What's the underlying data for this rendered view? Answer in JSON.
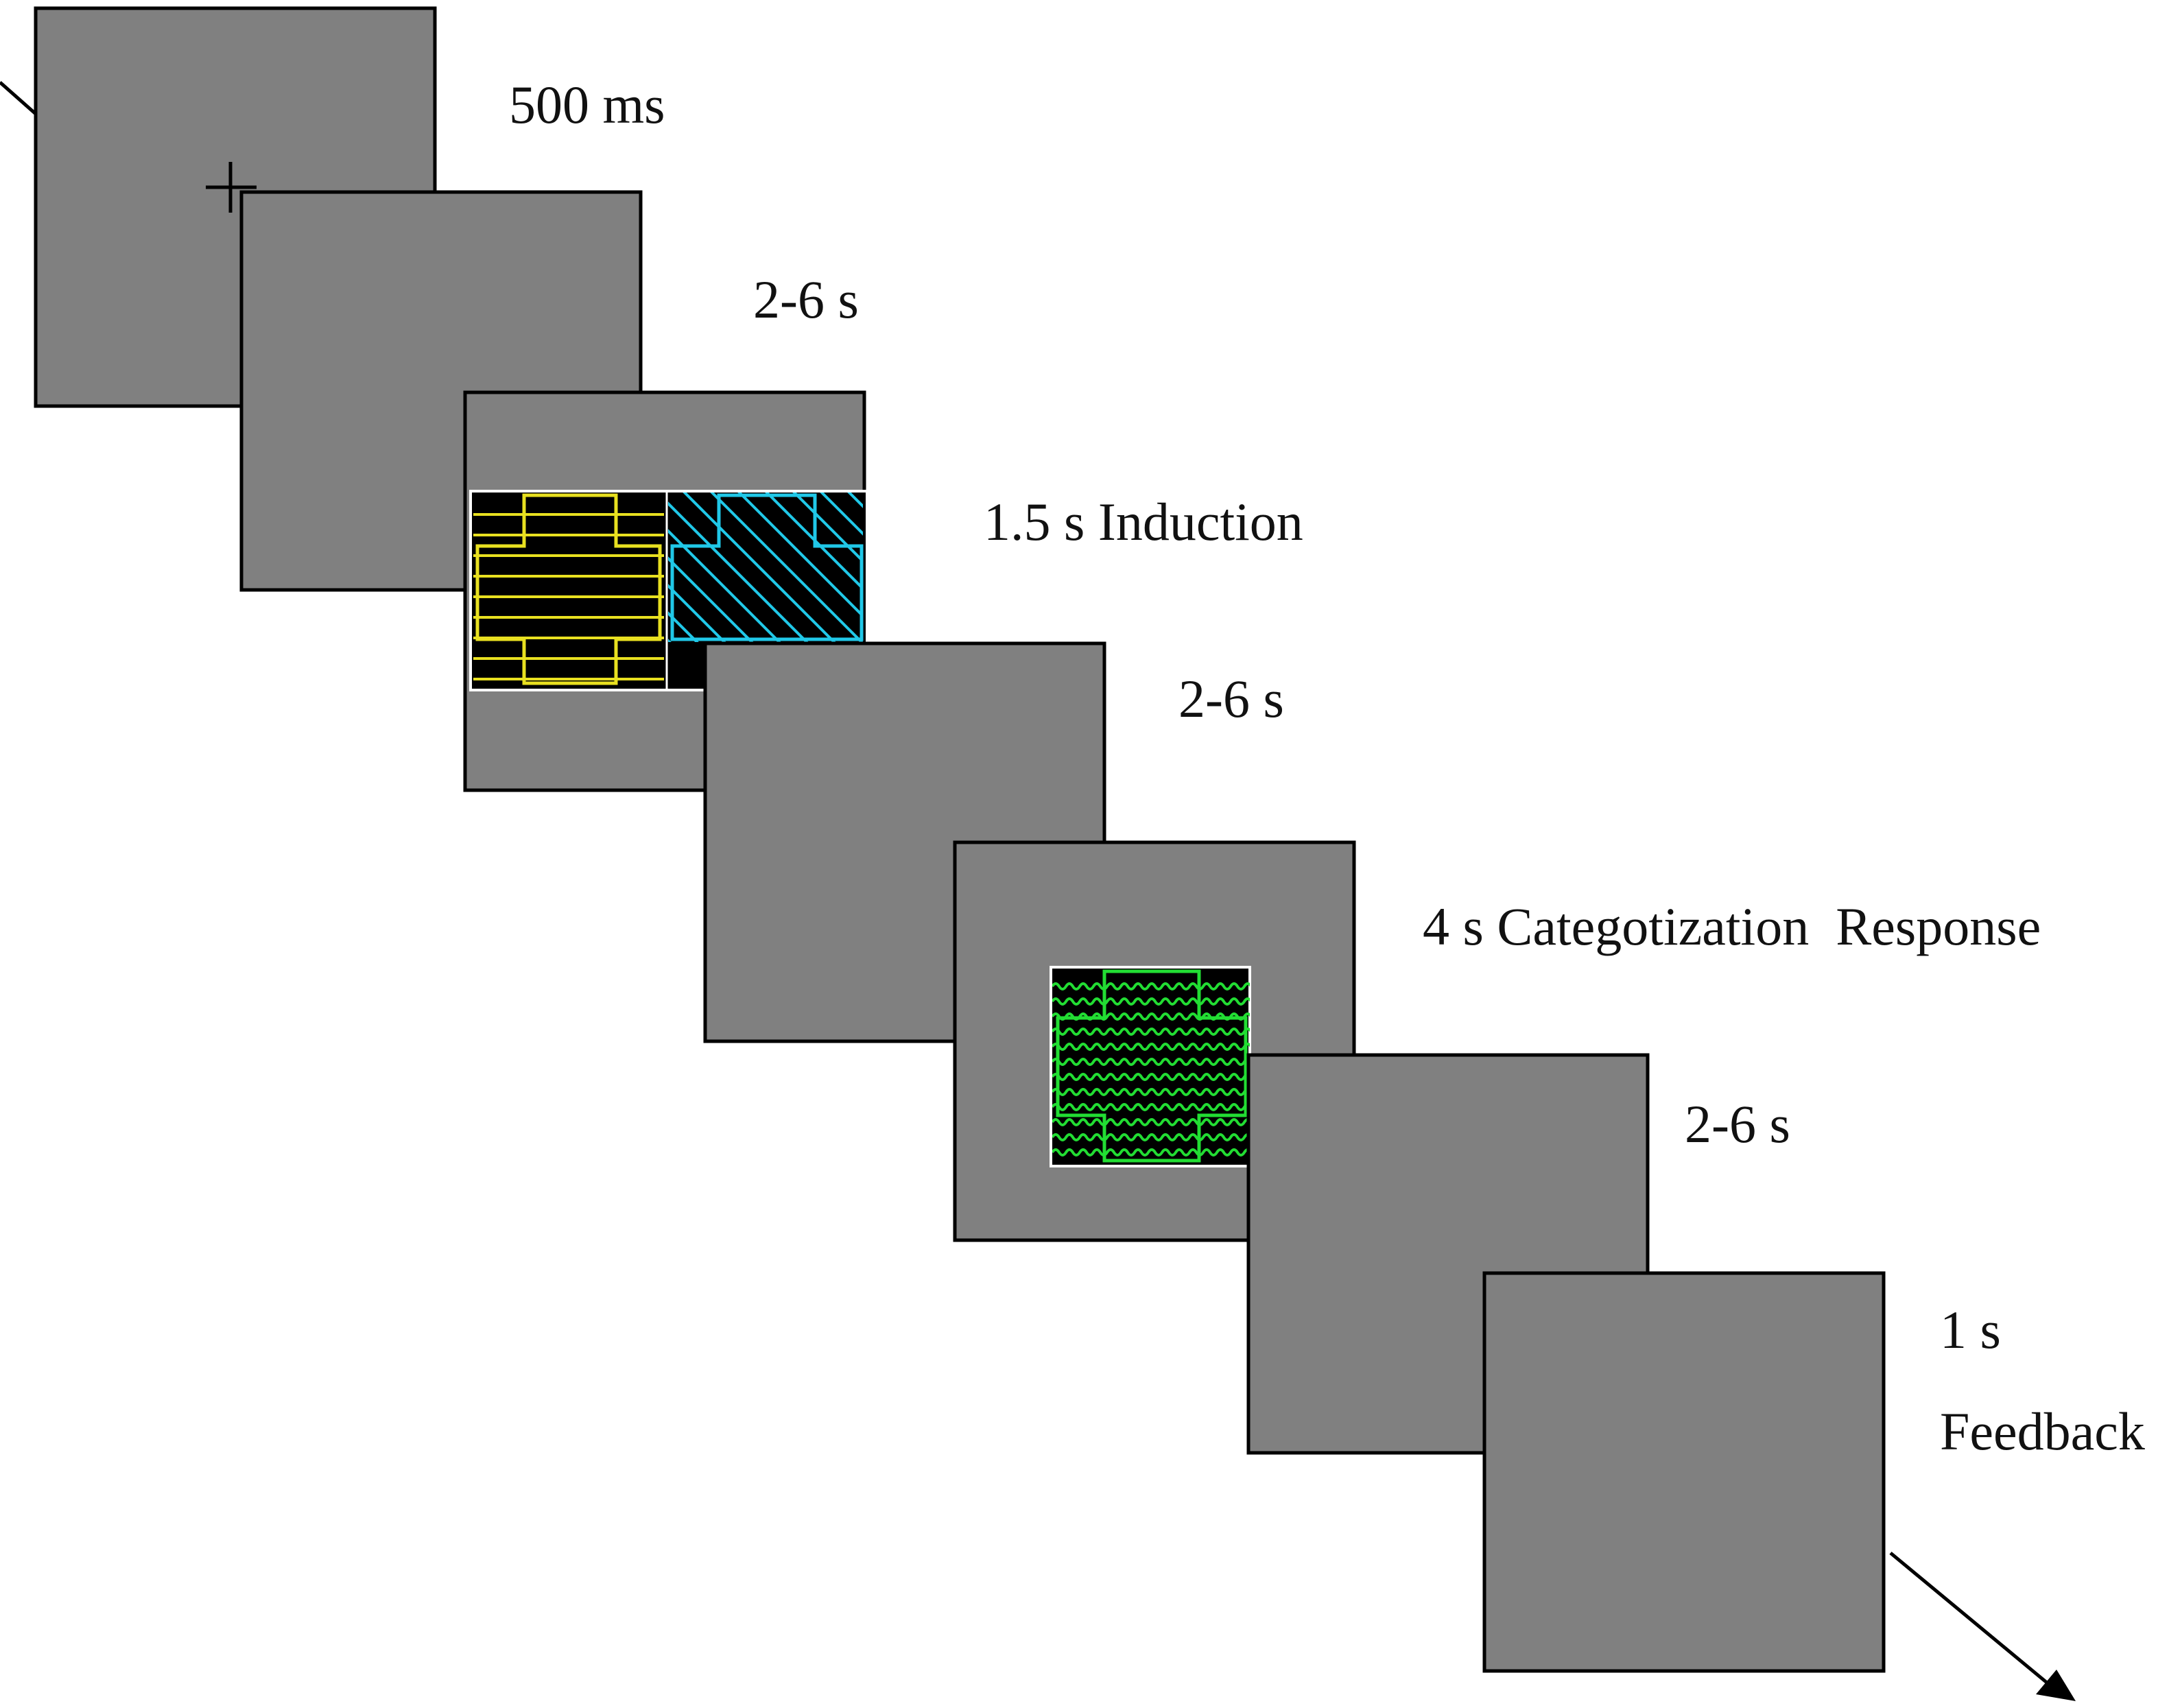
{
  "trial_sequence": {
    "frames": [
      {
        "duration": "500 ms",
        "fill_color": "#808080",
        "content": "fixation-cross"
      },
      {
        "duration": "2-6 s",
        "fill_color": "#808080",
        "content": "blank"
      },
      {
        "duration": "1.5 s Induction",
        "fill_color": "#808080",
        "content": "two-pattern-stimuli"
      },
      {
        "duration": "2-6 s",
        "fill_color": "#808080",
        "content": "blank"
      },
      {
        "duration": "4 s Categotization  Response",
        "fill_color": "#808080",
        "content": "single-pattern-stimulus"
      },
      {
        "duration": "2-6 s",
        "fill_color": "#808080",
        "content": "blank"
      },
      {
        "duration": "1 s",
        "phase": "Feedback",
        "fill_color": "#808080",
        "content": "blank"
      }
    ],
    "stimuli": {
      "induction_left": {
        "color": "#e8e020",
        "pattern": "horizontal-lines",
        "shape": "cross"
      },
      "induction_right": {
        "color": "#20c8e8",
        "pattern": "diagonal-lines",
        "shape": "cross"
      },
      "categorization": {
        "color": "#22dd33",
        "pattern": "wavy-lines",
        "shape": "cross"
      }
    },
    "colors": {
      "screen": "#808080",
      "stimulus_background": "#000000",
      "frame_border": "#000000",
      "stimulus_border": "#ffffff"
    },
    "time_arrow_icon": "arrow-down-right-icon"
  }
}
